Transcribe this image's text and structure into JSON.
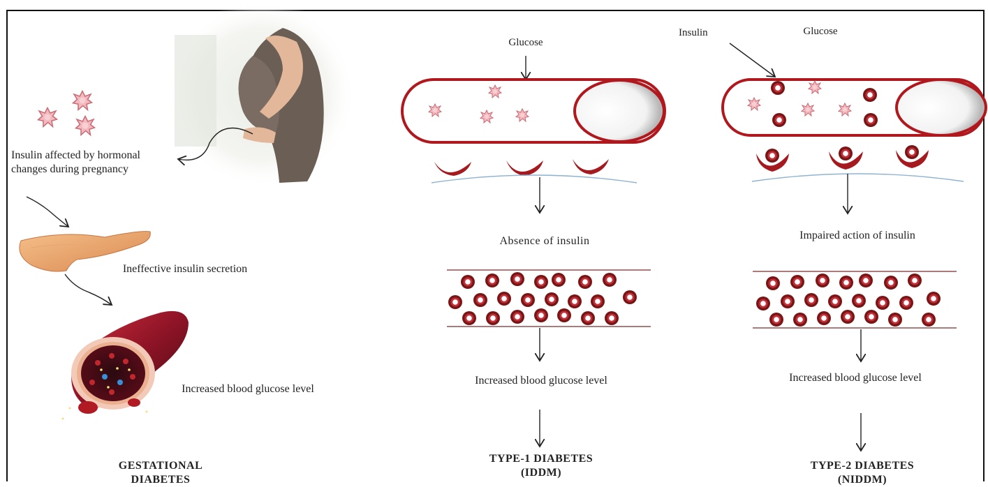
{
  "gestational": {
    "insulin_affected": "Insulin affected by hormonal changes during pregnancy",
    "ineffective": "Ineffective insulin secretion",
    "increased": "Increased blood glucose level",
    "title_line1": "GESTATIONAL",
    "title_line2": "DIABETES"
  },
  "type1": {
    "glucose": "Glucose",
    "absence": "Absence of insulin",
    "increased": "Increased blood glucose level",
    "title_line1": "TYPE-1  DIABETES",
    "title_line2": "(IDDM)"
  },
  "type2": {
    "insulin": "Insulin",
    "glucose": "Glucose",
    "impaired": "Impaired  action of insulin",
    "increased": "Increased blood glucose level",
    "title_line1": "TYPE-2  DIABETES",
    "title_line2": "(NIDDM)"
  },
  "colors": {
    "vessel_red": "#a01e22",
    "cell_dark": "#7a1515",
    "glucose_pink": "#f2b8bd",
    "membrane_blue": "#8fb3d1"
  },
  "icons": [
    "pregnant-woman-illustration",
    "glucose-molecule-icon",
    "pancreas-icon",
    "blood-vessel-icon",
    "red-blood-cell-icon",
    "insulin-receptor-icon"
  ]
}
